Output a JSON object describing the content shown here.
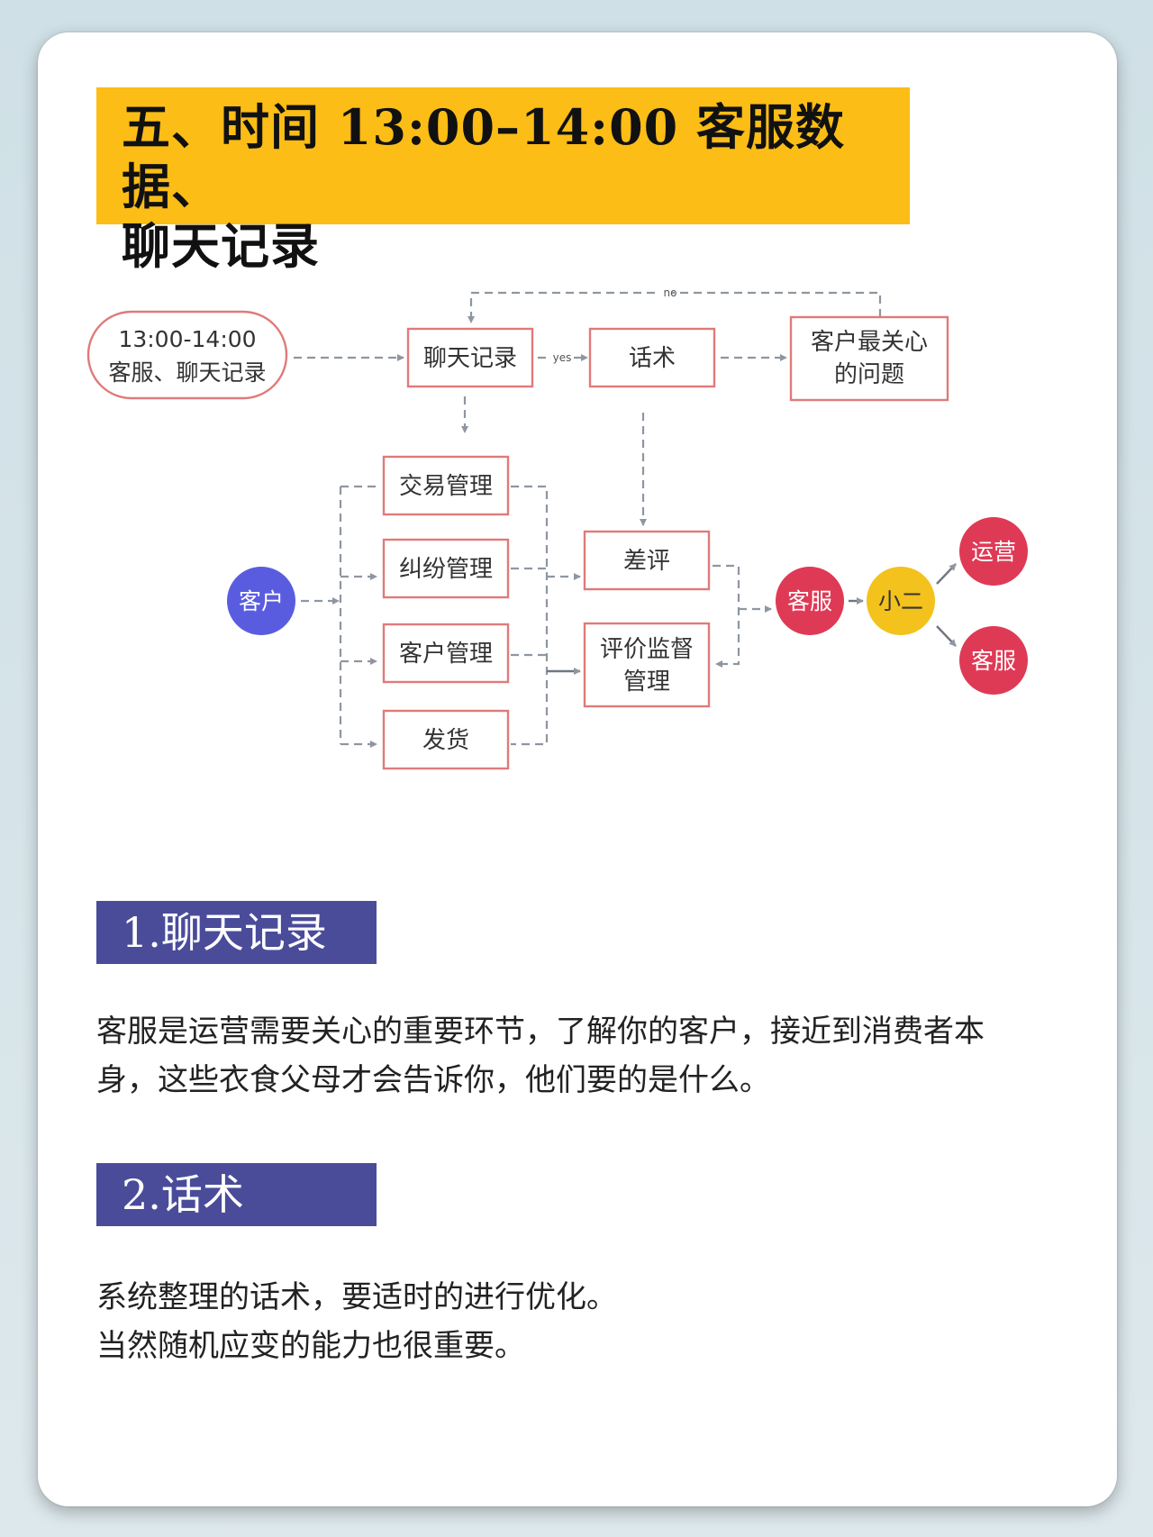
{
  "title": {
    "line1": "五、时间 13:00–14:00 客服数据、",
    "line2": "聊天记录"
  },
  "diagram": {
    "start": {
      "line1": "13:00-14:00",
      "line2": "客服、聊天记录"
    },
    "chat_log": "聊天记录",
    "yes_label": "yes",
    "no_label": "no",
    "script": "话术",
    "concern": {
      "line1": "客户最关心",
      "line2": "的问题"
    },
    "customer": "客户",
    "trade_mgmt": "交易管理",
    "dispute_mgmt": "纠纷管理",
    "customer_mgmt": "客户管理",
    "shipping": "发货",
    "bad_review": "差评",
    "review_mgmt": {
      "line1": "评价监督",
      "line2": "管理"
    },
    "cs_node": "客服",
    "xiaoer": "小二",
    "ops": "运营",
    "cs_end": "客服",
    "colors": {
      "box_border": "#e07a7a",
      "dash": "#8e96a0",
      "customer_circle": "#5a5ce0",
      "red_circle": "#df3a55",
      "yellow_circle": "#f3c21c"
    }
  },
  "section1": {
    "heading": "1.聊天记录",
    "text_line1": "客服是运营需要关心的重要环节，了解你的客户，接近到消费者本",
    "text_line2": "身，这些衣食父母才会告诉你，他们要的是什么。"
  },
  "section2": {
    "heading": "2.话术",
    "text_line1": "系统整理的话术，要适时的进行优化。",
    "text_line2": "当然随机应变的能力也很重要。"
  }
}
